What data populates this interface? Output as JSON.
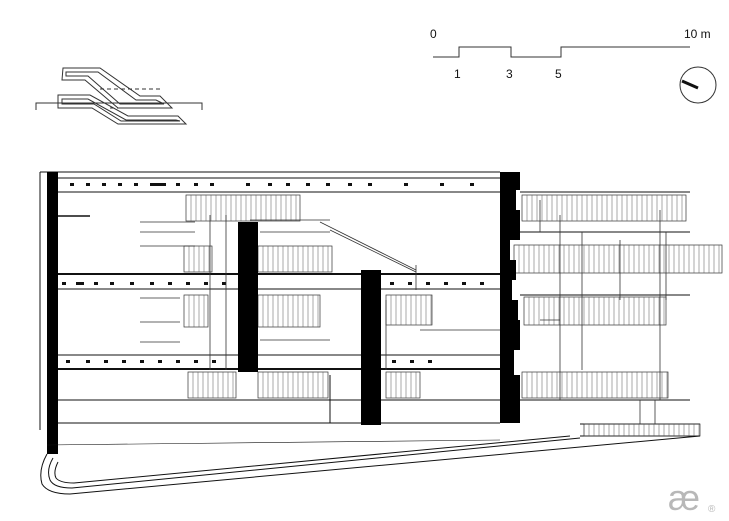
{
  "scale_bar": {
    "ticks": [
      "0",
      "1",
      "3",
      "5",
      "10 m"
    ]
  },
  "north_arrow": {
    "icon": "north-arrow-icon"
  },
  "key_plan": {
    "icon": "key-plan-icon"
  },
  "logo": {
    "icon": "ae-logo-icon",
    "text": "æ",
    "mark": "®"
  },
  "colors": {
    "ink": "#111111",
    "paper": "#ffffff",
    "logo": "#b8b8b8"
  }
}
